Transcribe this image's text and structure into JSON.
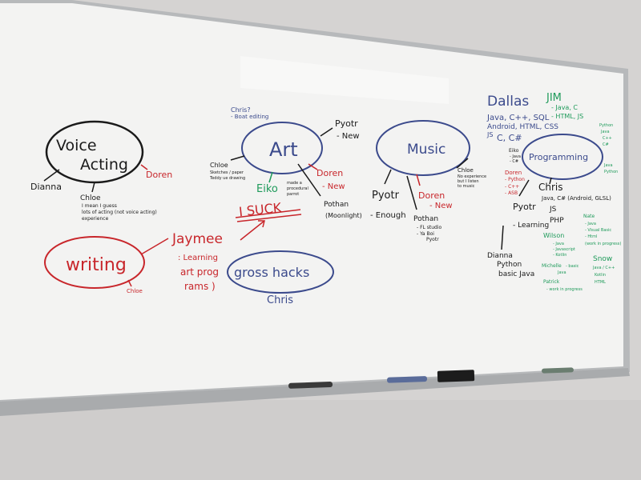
{
  "scene": {
    "description_free": true
  },
  "colors": {
    "black": "#1a1a1a",
    "blue": "#3b4a8c",
    "red": "#c8262b",
    "green": "#1e9a5a",
    "board": "#f2f2f1",
    "wall": "#d4d2d1",
    "frame": "#b9bbbd"
  },
  "nodes": {
    "voice_acting": {
      "line1": "Voice",
      "line2": "Acting"
    },
    "art": {
      "label": "Art"
    },
    "music": {
      "label": "Music"
    },
    "programming": {
      "label": "Programming"
    },
    "writing": {
      "label": "writing"
    },
    "gross_hacks": {
      "label": "gross hacks"
    }
  },
  "voice_acting_people": {
    "dianna": "Dianna",
    "doren": "Doren",
    "chloe": "Chloe",
    "chloe_note1": "I mean I guess",
    "chloe_note2": "lots of acting (not voice acting)",
    "chloe_note3": "experience"
  },
  "art_people": {
    "chris_top1": "Chris?",
    "chris_top2": "- Boat editing",
    "pyotr": "Pyotr",
    "pyotr_new": "- New",
    "chloe": "Chloe",
    "chloe_note1": "Sketches / paper",
    "chloe_note2": "Teddy ue drawing",
    "doren": "Doren",
    "doren_new": "- New",
    "eiko": "Eiko",
    "eiko_note1": "made a",
    "eiko_note2": "procedural",
    "eiko_note3": "parrot",
    "i_suck": "I SUCK",
    "pothan": "Pothan",
    "pothan_note": "(Moonlight)"
  },
  "music_people": {
    "chloe": "Chloe",
    "chloe_note1": "No experience",
    "chloe_note2": "but I listen",
    "chloe_note3": "to music",
    "pyotr": "Pyotr",
    "pyotr_note": "- Enough",
    "doren": "Doren",
    "doren_new": "- New",
    "pothan": "Pothan",
    "pothan_note1": "- FL studio",
    "pothan_note2": "- Ya Boi",
    "pothan_note3": "Pyotr"
  },
  "programming_people": {
    "dallas": "Dallas",
    "dallas_l1": "Java, C++, SQL",
    "dallas_l2": "Android, HTML, CSS",
    "dallas_l3": "JS",
    "dallas_l4": "C, C#",
    "jim": "JIM",
    "jim_l1": "- Java, C",
    "jim_l2": "- HTML, JS",
    "eiko": "Eiko",
    "eiko_l1": "- Java",
    "eiko_l2": "- C#",
    "doren": "Doren",
    "doren_l1": "- Python",
    "doren_l2": "- C++",
    "doren_l3": "- ASB",
    "chris": "Chris",
    "chris_l1": "Java, C# (Android, GLSL)",
    "chris_l2": "JS",
    "chris_l3": "PHP",
    "pyotr": "Pyotr",
    "pyotr_l1": "- Learning",
    "dianna": "Dianna",
    "dianna_l1": "Python",
    "dianna_l2": "basic Java",
    "wilson": "Wilson",
    "wilson_l1": "- Java",
    "wilson_l2": "- Javascript",
    "wilson_l3": "- Kotlin",
    "michelle": "Michelle",
    "michelle_l1": "- basic",
    "michelle_l2": "Java",
    "patrick": "Patrick",
    "patrick_l1": "- work in progress",
    "nate": "Nate",
    "nate_l1": "- Java",
    "nate_l2": "- Visual Basic",
    "nate_l3": "- Html",
    "nate_l4": "(work in progress)",
    "snow": "Snow",
    "snow_l1": "Java / C++",
    "snow_l2": "Kotlin",
    "snow_l3": "HTML",
    "right_l1": "Python",
    "right_l2": "Java",
    "right_l3": "C++",
    "right_l4": "C#",
    "right_l5": "Java",
    "right_l6": "Python"
  },
  "writing_people": {
    "jaymee": "Jaymee",
    "jaymee_l1": ": Learning",
    "jaymee_l2": "art prog",
    "jaymee_l3": "rams )",
    "chloe": "Chloe",
    "chris": "Chris"
  }
}
